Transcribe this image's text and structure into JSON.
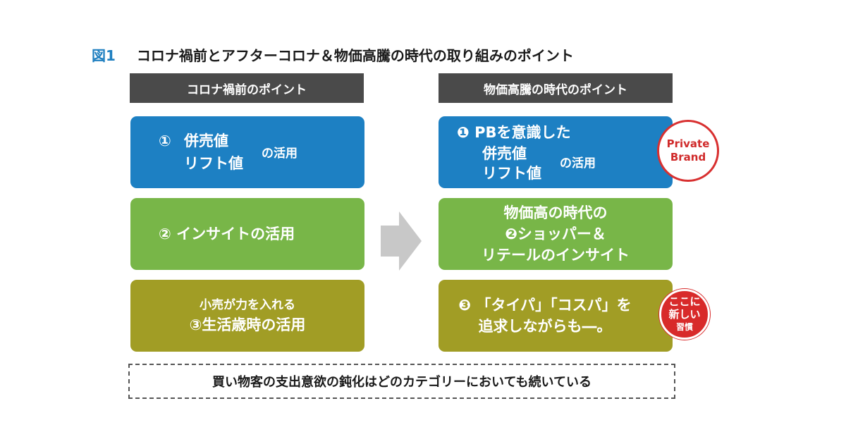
{
  "figure": {
    "label": "図1",
    "title": "コロナ禍前とアフターコロナ＆物価高騰の時代の取り組みのポイント"
  },
  "left_column": {
    "header": "コロナ禍前のポイント",
    "box1": {
      "num": "①",
      "line1": "併売値",
      "line2": "リフト値",
      "suffix": "の活用"
    },
    "box2": {
      "text": "② インサイトの活用"
    },
    "box3": {
      "line1": "小売が力を入れる",
      "line2": "③生活歳時の活用"
    }
  },
  "right_column": {
    "header": "物価高騰の時代のポイント",
    "box1": {
      "line1": "❶ PBを意識した",
      "line2": "併売値",
      "line3": "リフト値",
      "suffix": "の活用"
    },
    "box2": {
      "line1": "物価高の時代の",
      "line2": "❷ショッパー＆",
      "line3": "リテールのインサイト"
    },
    "box3": {
      "line1": "❸ 「タイパ」「コスパ」を",
      "line2": "追求しながらも―。"
    }
  },
  "badges": {
    "private_brand": {
      "line1": "Private",
      "line2": "Brand"
    },
    "new_habit": {
      "line1": "ここに",
      "line2": "新しい",
      "line3": "習慣"
    }
  },
  "footer": {
    "text": "買い物客の支出意欲の鈍化はどのカテゴリーにおいても続いている"
  },
  "colors": {
    "blue": "#1d80c3",
    "green": "#78b648",
    "olive": "#a19d25",
    "header_bg": "#4a4a4a",
    "arrow": "#c8c8c8",
    "badge_red": "#d82a2a",
    "label_blue": "#1f7fc0"
  }
}
